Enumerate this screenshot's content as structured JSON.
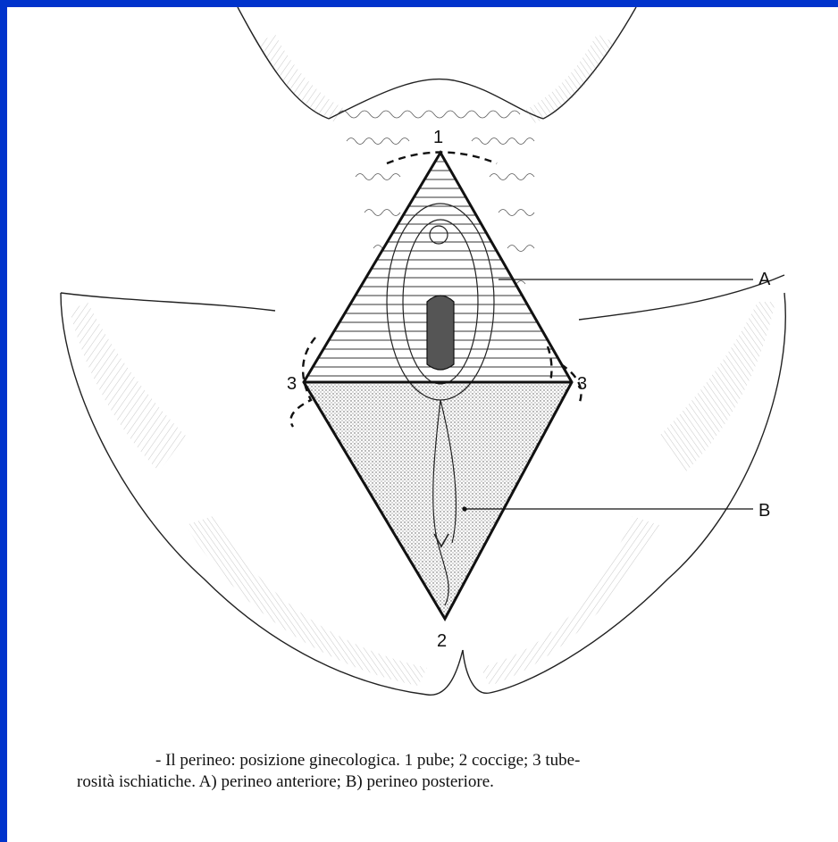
{
  "labels": {
    "pubis": "1",
    "coccyx": "2",
    "ischial_left": "3",
    "ischial_right": "3",
    "anterior": "A",
    "posterior": "B"
  },
  "caption": {
    "line1": "- Il perineo: posizione ginecologica. 1 pube; 2 coccige; 3 tube-",
    "line2": "rosità ischiatiche. A) perineo anteriore; B) perineo posteriore."
  },
  "colors": {
    "border": "#0033cc",
    "background": "#ffffff",
    "ink": "#111111"
  }
}
